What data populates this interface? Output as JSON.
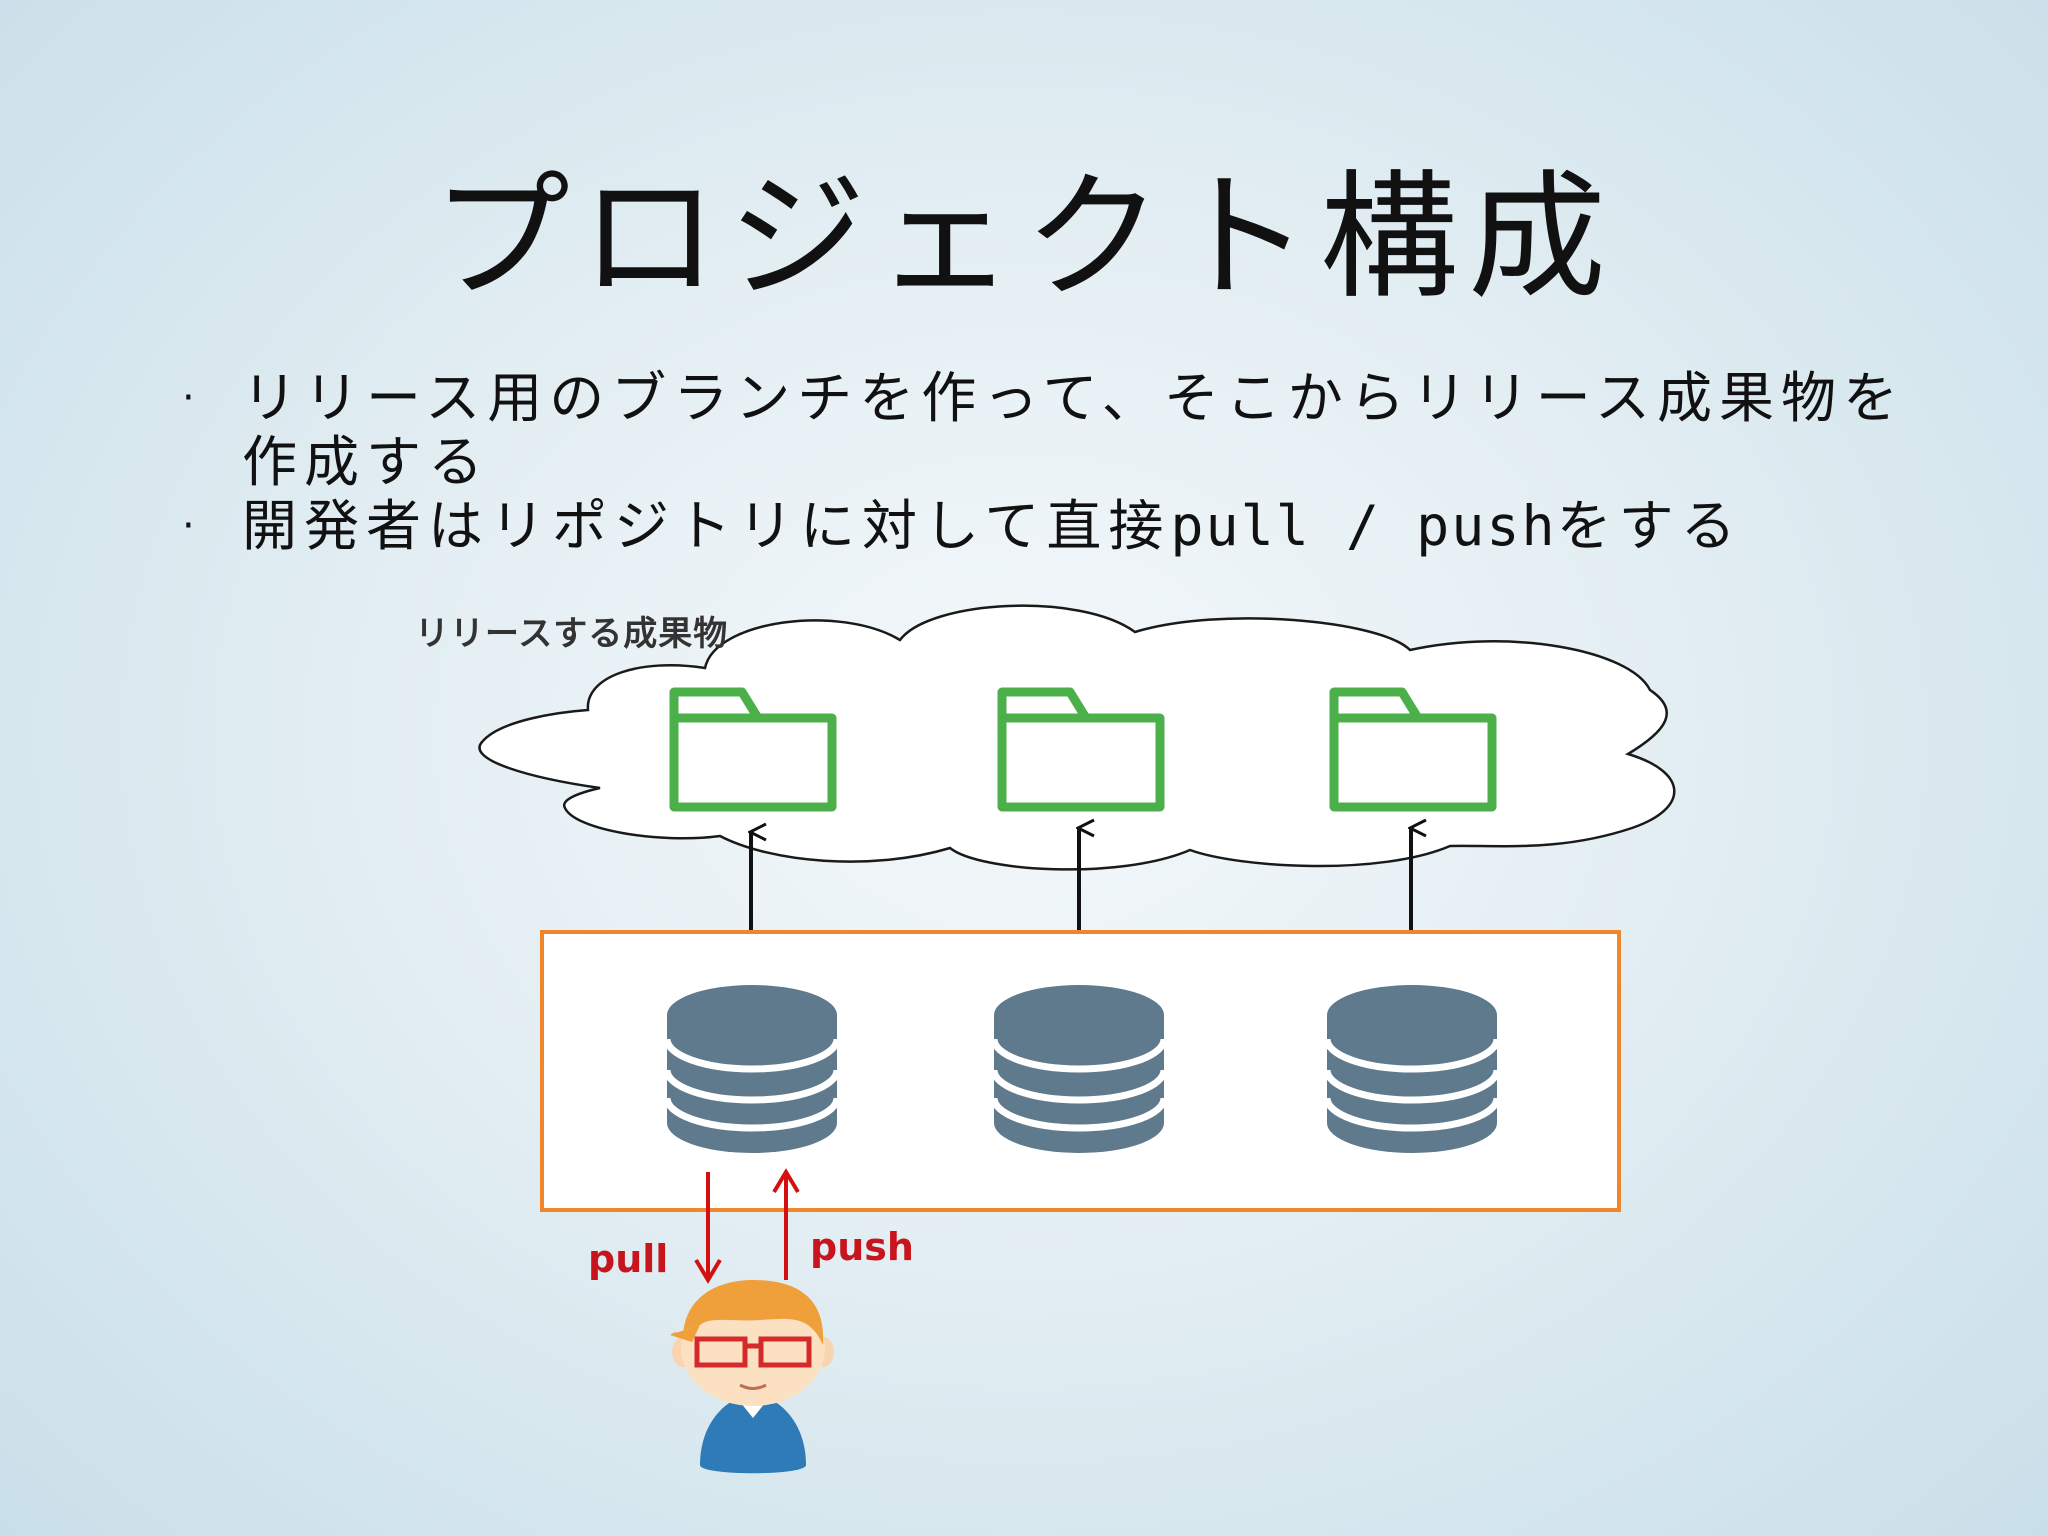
{
  "slide": {
    "title": "プロジェクト構成",
    "bullets": [
      {
        "parts": [
          {
            "text": "リリース用のブランチを作って、そこからリリース成果物を作成する",
            "mono": false
          }
        ]
      },
      {
        "parts": [
          {
            "text": "開発者はリポジトリに対して直接",
            "mono": false
          },
          {
            "text": "pull / push",
            "mono": true
          },
          {
            "text": "をする",
            "mono": false
          }
        ]
      }
    ]
  },
  "diagram": {
    "cloud_label": "リリースする成果物",
    "pull_label": "pull",
    "push_label": "push",
    "artifact_count": 3,
    "repository_count": 3,
    "colors": {
      "folder": "#4cb04a",
      "database": "#5f7a8d",
      "repo_border": "#f0862c",
      "pull_push_arrow": "#d40f0f",
      "label_red": "#c8141c"
    },
    "icons": [
      "cloud-icon",
      "folder-icon",
      "database-icon",
      "developer-icon"
    ]
  }
}
